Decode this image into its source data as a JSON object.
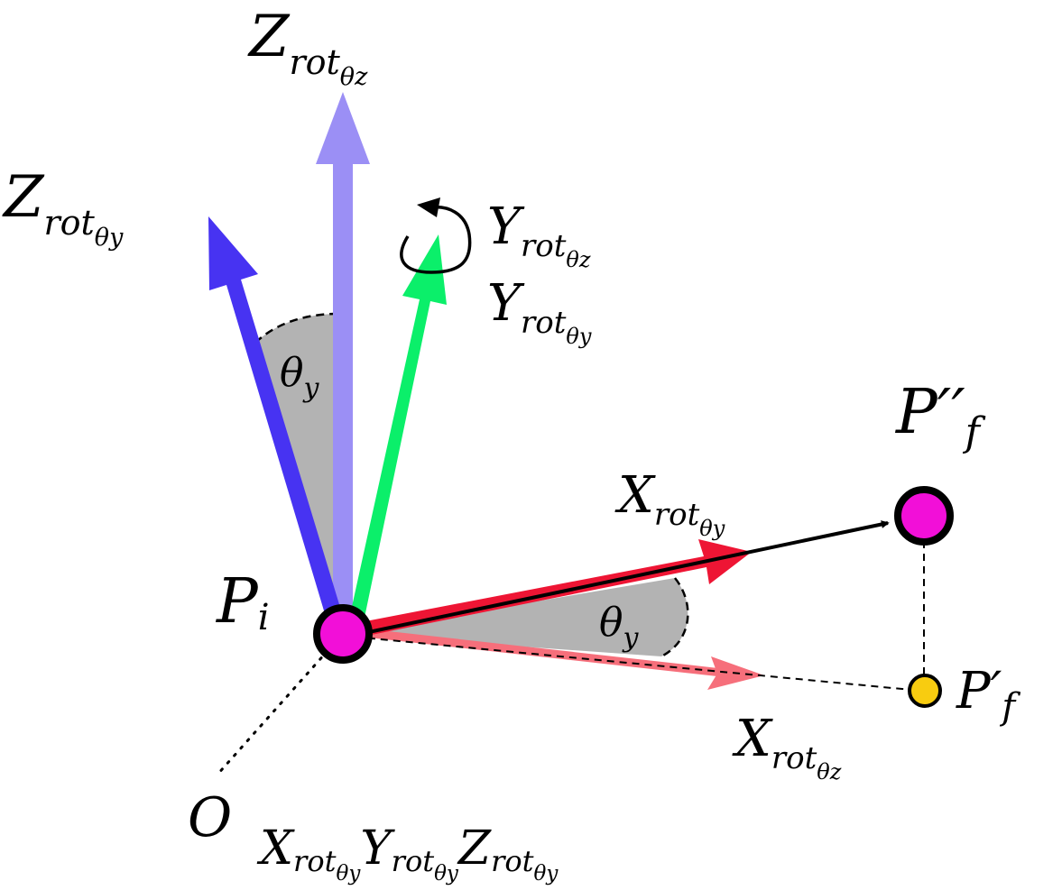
{
  "colors": {
    "background": "#ffffff",
    "z_rot_theta_z": "#9b8ff5",
    "z_rot_theta_y": "#4733f2",
    "y_rot": "#0bef6a",
    "x_rot_theta_y": "#ee1534",
    "x_rot_theta_z": "#f66f7b",
    "angle_fill": "#b3b3b3",
    "point_pi": "#f20fd8",
    "point_pf_double": "#f20fd8",
    "point_pf_single": "#f8cc10",
    "outline": "#000000"
  },
  "labels": {
    "z_rot_theta_z": {
      "base": "Z",
      "sub": "rot",
      "subsub_base": "θ",
      "subsub": "z"
    },
    "z_rot_theta_y": {
      "base": "Z",
      "sub": "rot",
      "subsub_base": "θ",
      "subsub": "y"
    },
    "y_rot_theta_z": {
      "base": "Y",
      "sub": "rot",
      "subsub_base": "θ",
      "subsub": "z"
    },
    "y_rot_theta_y": {
      "base": "Y",
      "sub": "rot",
      "subsub_base": "θ",
      "subsub": "y"
    },
    "x_rot_theta_y": {
      "base": "X",
      "sub": "rot",
      "subsub_base": "θ",
      "subsub": "y"
    },
    "x_rot_theta_z": {
      "base": "X",
      "sub": "rot",
      "subsub_base": "θ",
      "subsub": "z"
    },
    "theta_y_upper": {
      "base": "θ",
      "sub": "y"
    },
    "theta_y_lower": {
      "base": "θ",
      "sub": "y"
    },
    "p_i": {
      "base": "P",
      "sub": "i"
    },
    "p_double_f": {
      "base": "P′′",
      "sub": "f"
    },
    "p_single_f": {
      "base": "P′",
      "sub": "f"
    },
    "origin": {
      "base": "O"
    },
    "frame_x": {
      "base": "X",
      "sub": "rot",
      "subsub_base": "θ",
      "subsub": "y"
    },
    "frame_y": {
      "base": "Y",
      "sub": "rot",
      "subsub_base": "θ",
      "subsub": "y"
    },
    "frame_z": {
      "base": "Z",
      "sub": "rot",
      "subsub_base": "θ",
      "subsub": "y"
    }
  }
}
